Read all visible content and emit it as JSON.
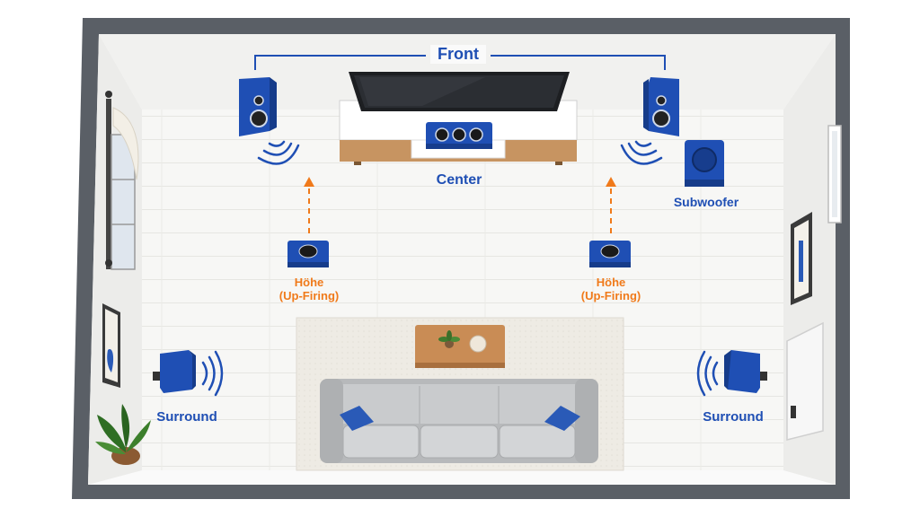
{
  "labels": {
    "front": "Front",
    "center": "Center",
    "subwoofer": "Subwoofer",
    "height_left_line1": "Höhe",
    "height_left_line2": "(Up-Firing)",
    "height_right_line1": "Höhe",
    "height_right_line2": "(Up-Firing)",
    "surround_left": "Surround",
    "surround_right": "Surround"
  },
  "colors": {
    "speaker_blue": "#1f4fb4",
    "label_blue": "#1f4fb4",
    "height_orange": "#f07a1a",
    "wall_dark": "#555a60",
    "floor": "#f6f6f4"
  }
}
